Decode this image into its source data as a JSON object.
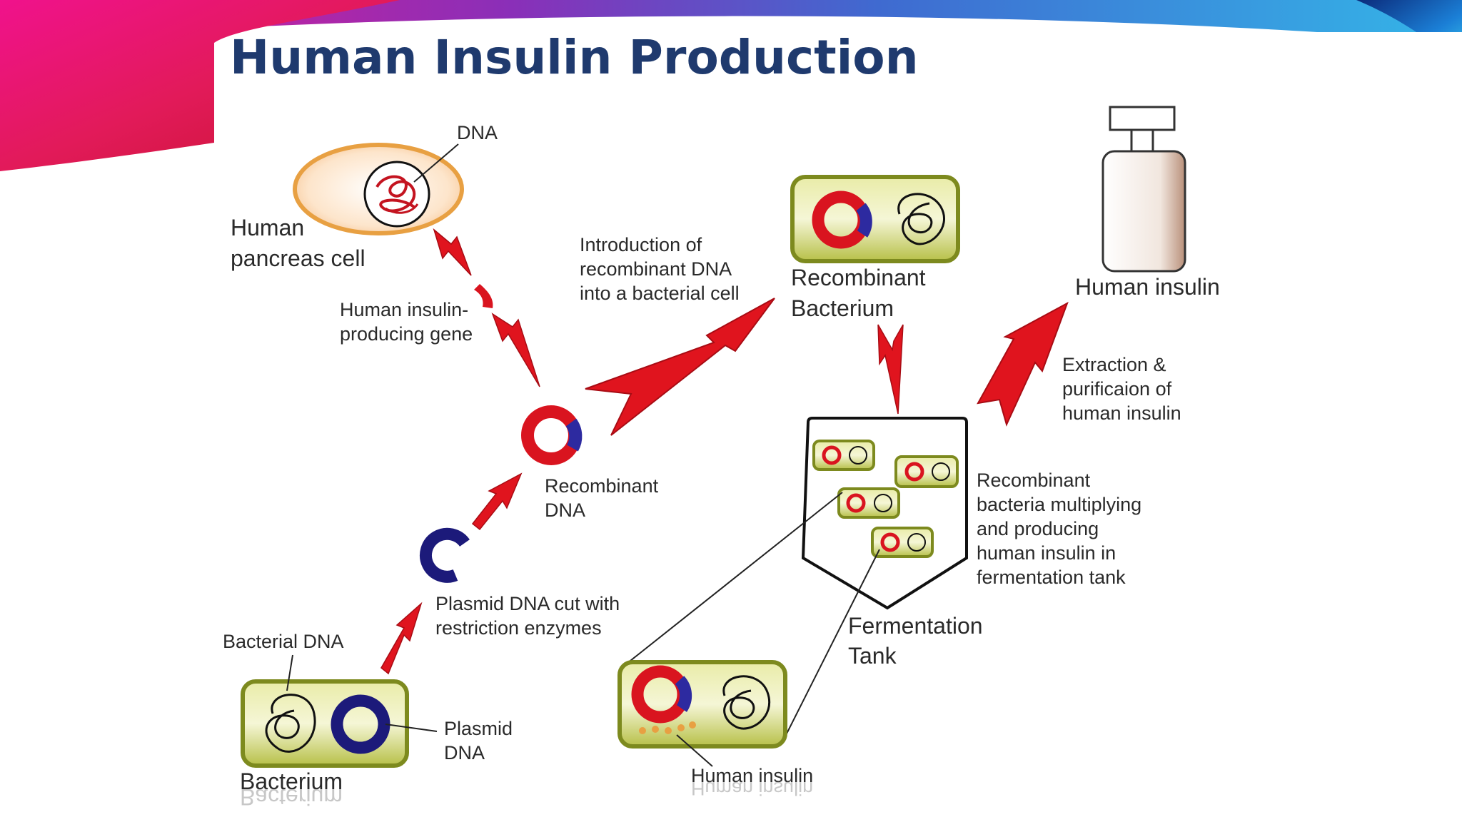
{
  "title": "Human Insulin Production",
  "labels": {
    "dna": "DNA",
    "human": "Human",
    "pancreas_cell": "pancreas cell",
    "gene_line1": "Human insulin-",
    "gene_line2": "producing gene",
    "intro_line1": "Introduction of",
    "intro_line2": "recombinant DNA",
    "intro_line3": "into a bacterial cell",
    "recombinant_bacterium_line1": "Recombinant",
    "recombinant_bacterium_line2": "Bacterium",
    "human_insulin_vial": "Human insulin",
    "extraction_line1": "Extraction &",
    "extraction_line2": "purificaion of",
    "extraction_line3": "human insulin",
    "recombinant_dna_line1": "Recombinant",
    "recombinant_dna_line2": "DNA",
    "multiplying_line1": "Recombinant",
    "multiplying_line2": "bacteria multiplying",
    "multiplying_line3": "and producing",
    "multiplying_line4": "human insulin in",
    "multiplying_line5": "fermentation tank",
    "plasmid_cut_line1": "Plasmid DNA cut with",
    "plasmid_cut_line2": "restriction enzymes",
    "fermentation_line1": "Fermentation",
    "fermentation_line2": "Tank",
    "bacterial_dna": "Bacterial DNA",
    "plasmid_line1": "Plasmid",
    "plasmid_line2": "DNA",
    "bacterium": "Bacterium",
    "human_insulin_bottom": "Human insulin"
  },
  "colors": {
    "title": "#1f3a6e",
    "arrow": "#e0141e",
    "plasmid_blue": "#1c1a7a",
    "recombinant_red": "#d9141f",
    "cell_fill": "#a8b43a",
    "cell_border": "#7d8a1e",
    "pancreas_border": "#e8a042"
  }
}
